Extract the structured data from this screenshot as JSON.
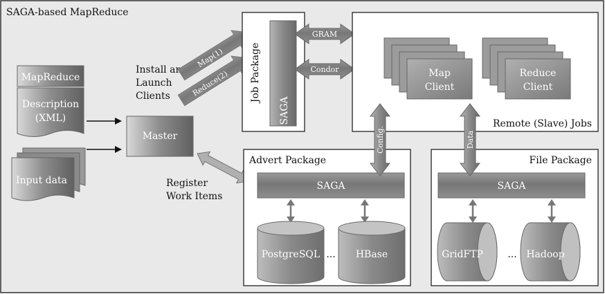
{
  "title": "SAGA-based MapReduce",
  "inputs": {
    "mapreduce_doc": "MapReduce",
    "description_line1": "Description",
    "description_line2": "(XML)",
    "input_data": "Input data"
  },
  "master": "Master",
  "install_label": [
    "Install and",
    "Launch",
    "Clients"
  ],
  "register_label": [
    "Register",
    "Work Items"
  ],
  "job_package": {
    "title": "Job Package",
    "saga": "SAGA",
    "map_arrow": "Map(1)",
    "reduce_arrow": "Reduce(2)",
    "gram": "GRAM",
    "condor": "Condor"
  },
  "remote_jobs": {
    "title": "Remote (Slave) Jobs",
    "map_client": [
      "Map",
      "Client"
    ],
    "reduce_client": [
      "Reduce",
      "Client"
    ]
  },
  "advert_package": {
    "title": "Advert Package",
    "saga": "SAGA",
    "db1": "PostgreSQL",
    "ellipsis": "...",
    "db2": "HBase",
    "config_label": "Config."
  },
  "file_package": {
    "title": "File Package",
    "saga": "SAGA",
    "fs1": "GridFTP",
    "ellipsis": "...",
    "fs2": "Hadoop",
    "data_label": "Data"
  }
}
